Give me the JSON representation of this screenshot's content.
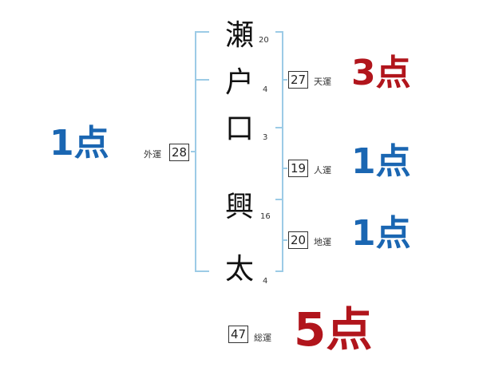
{
  "colors": {
    "bracket": "#9ccbe6",
    "good": "#1a66b2",
    "best": "#b1151c"
  },
  "surname": [
    {
      "char": "瀬",
      "strokes": "20"
    },
    {
      "char": "户",
      "strokes": "4"
    },
    {
      "char": "口",
      "strokes": "3"
    }
  ],
  "given": [
    {
      "char": "興",
      "strokes": "16"
    },
    {
      "char": "太",
      "strokes": "4"
    }
  ],
  "tenkaku": {
    "label": "天運",
    "value": "27",
    "score": "3点"
  },
  "jinkaku": {
    "label": "人運",
    "value": "19",
    "score": "1点"
  },
  "chikaku": {
    "label": "地運",
    "value": "20",
    "score": "1点"
  },
  "gaikaku": {
    "label": "外運",
    "value": "28",
    "score": "1点"
  },
  "soukaku": {
    "label": "総運",
    "value": "47",
    "score": "5点"
  }
}
